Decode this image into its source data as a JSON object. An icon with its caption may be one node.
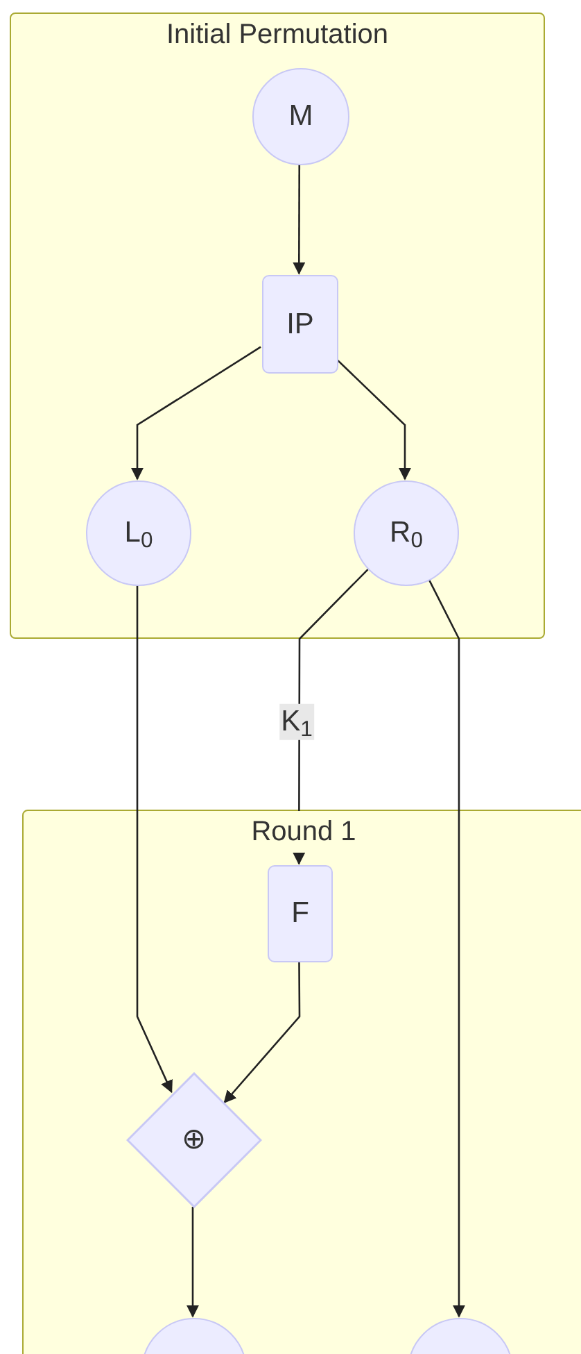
{
  "diagram": {
    "nodes": [
      {
        "text": [
          "Initial Permutation"
        ]
      },
      {
        "text": [
          "M"
        ],
        "in": 0
      },
      {
        "text": [
          "IP"
        ],
        "in": 0
      },
      {
        "text": [
          "L$_{0}$"
        ],
        "in": 0
      },
      {
        "text": [
          "R$_{0}$"
        ],
        "in": 0
      },
      {
        "text": [
          "Round 1"
        ]
      },
      {
        "text": [
          "F"
        ],
        "in": 5
      },
      {
        "text": [
          "⊕"
        ],
        "in": 5
      },
      {
        "text": [],
        "shape": "circle",
        "in": 5
      },
      {
        "text": [],
        "shape": "circle",
        "in": 5
      }
    ],
    "edges": [
      {
        "from": 1,
        "to": 2,
        "arrow": "to"
      },
      {
        "from": 2,
        "to": 3,
        "arrow": "to"
      },
      {
        "from": 2,
        "to": 4,
        "arrow": "to"
      },
      {
        "from": 4,
        "to": 6,
        "arrow": "to",
        "label": "K$_{1}$"
      },
      {
        "from": 3,
        "to": 7,
        "arrow": "to"
      },
      {
        "from": 6,
        "to": 7,
        "arrow": "to"
      },
      {
        "from": 7,
        "to": 8,
        "arrow": "to"
      },
      {
        "from": 4,
        "to": 9,
        "arrow": "to"
      }
    ]
  }
}
